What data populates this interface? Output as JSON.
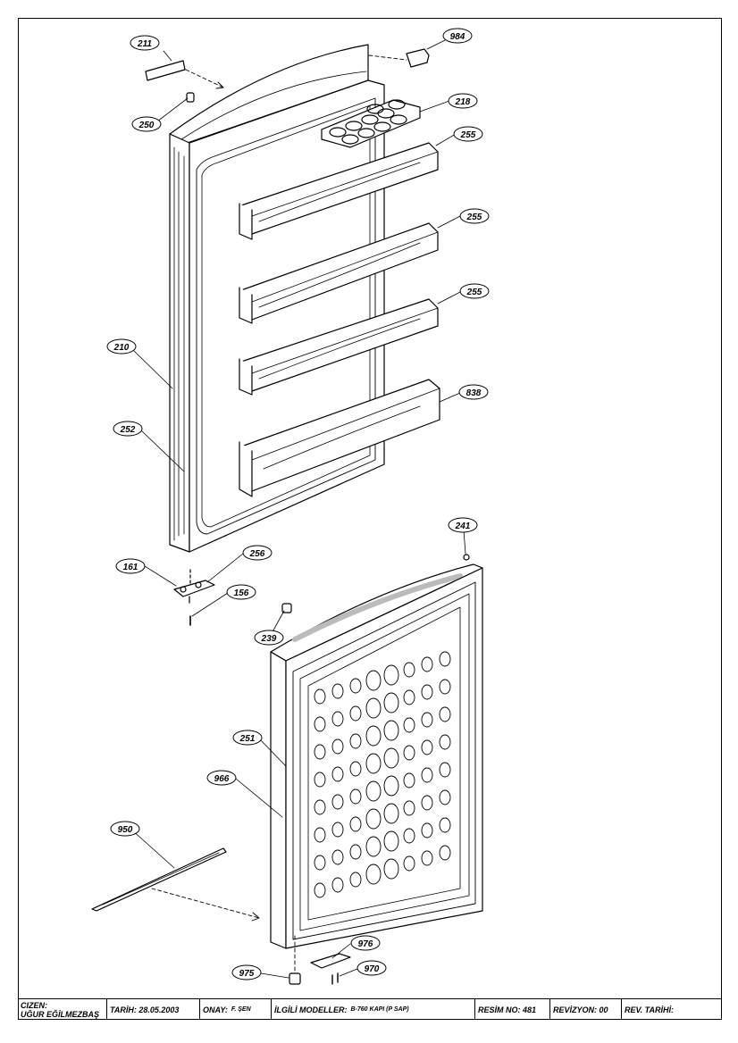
{
  "callouts": {
    "c211": "211",
    "c984": "984",
    "c250": "250",
    "c218": "218",
    "c255a": "255",
    "c255b": "255",
    "c255c": "255",
    "c838": "838",
    "c210": "210",
    "c252": "252",
    "c241": "241",
    "c161": "161",
    "c256": "256",
    "c156": "156",
    "c239": "239",
    "c251": "251",
    "c966": "966",
    "c950": "950",
    "c976": "976",
    "c975": "975",
    "c970": "970"
  },
  "titleblock": {
    "drawer_label": "CIZEN:",
    "drawer_name": "UĞUR EĞİLMEZBAŞ",
    "date": "TARİH: 28.05.2003",
    "approval_label": "ONAY:",
    "approval_name": "F. ŞEN",
    "models_label": "İLGİLİ MODELLER:",
    "models_value": "B-760 KAPI (P SAP)",
    "drawing_no": "RESİM NO: 481",
    "revision": "REVİZYON: 00",
    "rev_date": "REV. TARİHİ:"
  }
}
